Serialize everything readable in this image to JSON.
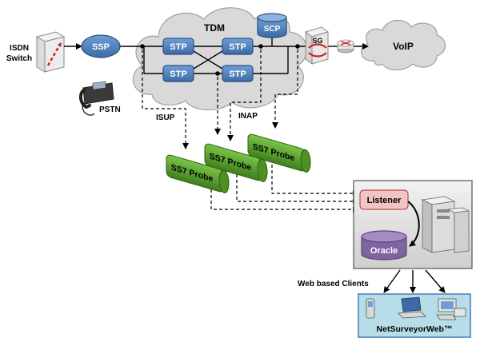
{
  "clouds": {
    "tdm_label": "TDM",
    "voip_label": "VoIP"
  },
  "nodes": {
    "isdn_line1": "ISDN",
    "isdn_line2": "Switch",
    "ssp": "SSP",
    "pstn": "PSTN",
    "stp_top_left": "STP",
    "stp_top_right": "STP",
    "stp_bottom_left": "STP",
    "stp_bottom_right": "STP",
    "scp": "SCP",
    "sg": "SG"
  },
  "links": {
    "isup": "ISUP",
    "inap": "INAP"
  },
  "probes": {
    "probe_1": "SS7 Probe",
    "probe_2": "SS7 Probe",
    "probe_3": "SS7 Probe"
  },
  "server": {
    "listener": "Listener",
    "oracle": "Oracle"
  },
  "clients": {
    "label": "Web based Clients",
    "product": "NetSurveyorWeb™"
  },
  "colors": {
    "cloud_fill": "#d9d9d9",
    "node_blue": "#4f81bd",
    "probe_green": "#5aa02c",
    "listener_pink": "#f2c4c4",
    "oracle_purple": "#8064a2",
    "client_box": "#b7dde8",
    "server_panel": "#e6e6e6"
  }
}
